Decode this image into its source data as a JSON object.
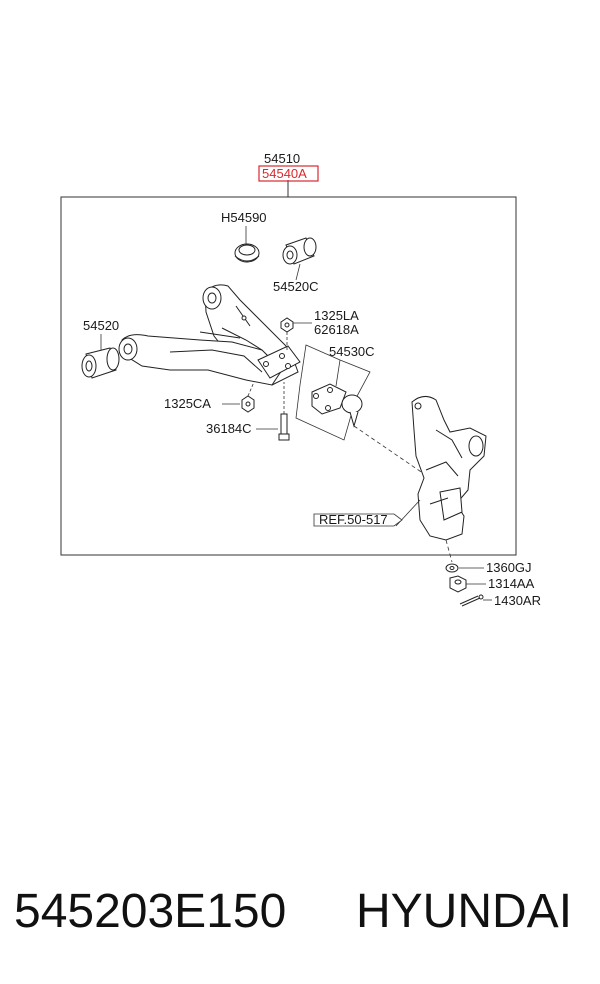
{
  "diagram": {
    "labels": {
      "assembly": "54510",
      "assembly_highlight": "54540A",
      "bushing_top": "H54590",
      "bushing_right": "54520C",
      "bushing_left": "54520",
      "nut_top": "1325LA",
      "nut_top_alt": "62618A",
      "ball_joint": "54530C",
      "nut_bottom": "1325CA",
      "bolt": "36184C",
      "reference": "REF.50-517",
      "washer": "1360GJ",
      "castle_nut": "1314AA",
      "cotter_pin": "1430AR"
    },
    "highlight_color": "#d9282f"
  },
  "footer": {
    "part_number": "545203E150",
    "brand": "HYUNDAI"
  }
}
